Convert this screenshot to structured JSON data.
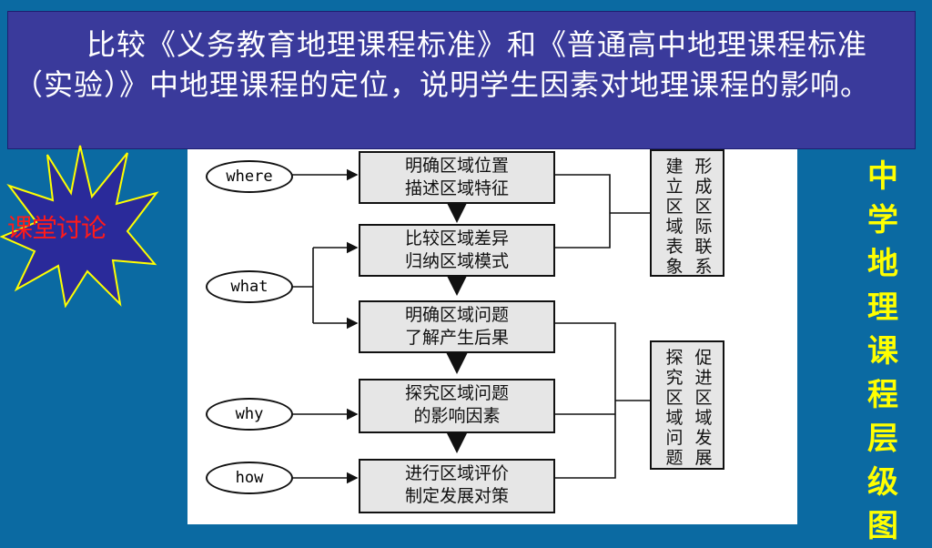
{
  "banner": {
    "text": "比较《义务教育地理课程标准》和《普通高中地理课程标准（实验）》中地理课程的定位，说明学生因素对地理课程的影响。"
  },
  "badge": {
    "label": "课堂讨论"
  },
  "sidebar": {
    "title": "中学地理课程层级图"
  },
  "diagram": {
    "ellipses": [
      "where",
      "what",
      "why",
      "how"
    ],
    "boxes": [
      [
        "明确区域位置",
        "描述区域特征"
      ],
      [
        "比较区域差异",
        "归纳区域模式"
      ],
      [
        "明确区域问题",
        "了解产生后果"
      ],
      [
        "探究区域问题",
        "的影响因素"
      ],
      [
        "进行区域评价",
        "制定发展对策"
      ]
    ],
    "side_box_1": {
      "col1": "建立区域表象",
      "col2": "形成区际联系"
    },
    "side_box_2": {
      "col1": "探究区域问题",
      "col2": "促进区域发展"
    }
  },
  "colors": {
    "background": "#0b6aa2",
    "banner": "#3a3a9b",
    "sidebar_text": "#ffff00",
    "badge_text": "#ff1a1a"
  }
}
